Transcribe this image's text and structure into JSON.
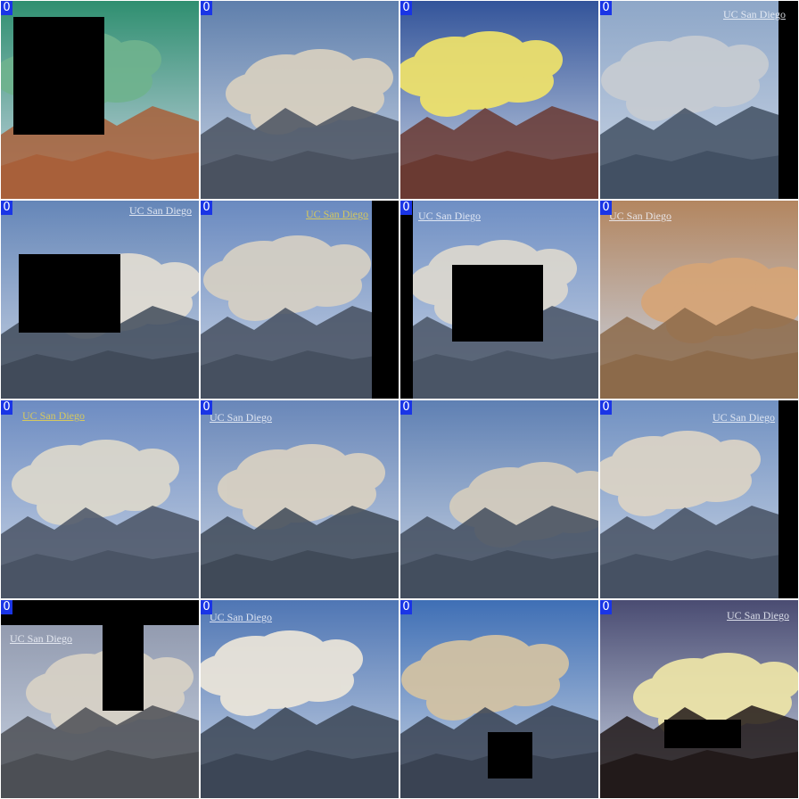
{
  "grid": {
    "tiles": [
      {
        "label": "0",
        "watermark": "",
        "footer": "",
        "sky": "#2f8f70",
        "ground": "#a8603a",
        "smoke": "#6fb38e"
      },
      {
        "label": "0",
        "watermark": "",
        "footer": "",
        "sky": "#5f7fac",
        "ground": "#4a5260",
        "smoke": "#d8d0c0"
      },
      {
        "label": "0",
        "watermark": "",
        "footer": "",
        "sky": "#33549a",
        "ground": "#6a3a32",
        "smoke": "#f0e36a"
      },
      {
        "label": "0",
        "watermark": "UC San Diego",
        "footer": "",
        "sky": "#8ea7c8",
        "ground": "#425063",
        "smoke": "#c7ccd2"
      },
      {
        "label": "0",
        "watermark": "UC San Diego",
        "footer": "",
        "sky": "#6586b8",
        "ground": "#414b5a",
        "smoke": "#e2ddd3"
      },
      {
        "label": "0",
        "watermark": "UC San Diego",
        "footer": "",
        "sky": "#6a8ac0",
        "ground": "#465060",
        "smoke": "#d6d0c4"
      },
      {
        "label": "0",
        "watermark": "UC San Diego",
        "footer": "",
        "sky": "#6f8fc4",
        "ground": "#4a5566",
        "smoke": "#dcd8cf"
      },
      {
        "label": "0",
        "watermark": "UC San Diego",
        "footer": "",
        "sky": "#b38660",
        "ground": "#8c6a4a",
        "smoke": "#d6a577"
      },
      {
        "label": "0",
        "watermark": "UC San Diego",
        "footer": "",
        "sky": "#6d8cc2",
        "ground": "#4a5465",
        "smoke": "#dcd8cc"
      },
      {
        "label": "0",
        "watermark": "UC San Diego",
        "footer": "",
        "sky": "#6987b9",
        "ground": "#404a58",
        "smoke": "#d9d1c2"
      },
      {
        "label": "0",
        "watermark": "",
        "footer": "",
        "sky": "#5f80b3",
        "ground": "#434e5e",
        "smoke": "#d4ccbd"
      },
      {
        "label": "0",
        "watermark": "UC San Diego",
        "footer": "",
        "sky": "#7191c2",
        "ground": "#465163",
        "smoke": "#dcd4c6"
      },
      {
        "label": "0",
        "watermark": "UC San Diego",
        "footer": "",
        "sky": "#8b93a8",
        "ground": "#4c4f55",
        "smoke": "#d8d2c6"
      },
      {
        "label": "0",
        "watermark": "UC San Diego",
        "footer": "",
        "sky": "#4f76b4",
        "ground": "#3c4656",
        "smoke": "#ece6da"
      },
      {
        "label": "0",
        "watermark": "",
        "footer": "",
        "sky": "#3f6fb5",
        "ground": "#3a4353",
        "smoke": "#d4c3a3"
      },
      {
        "label": "0",
        "watermark": "UC San Diego",
        "footer": "",
        "sky": "#4a4c72",
        "ground": "#221a1a",
        "smoke": "#efe6a8"
      }
    ]
  }
}
